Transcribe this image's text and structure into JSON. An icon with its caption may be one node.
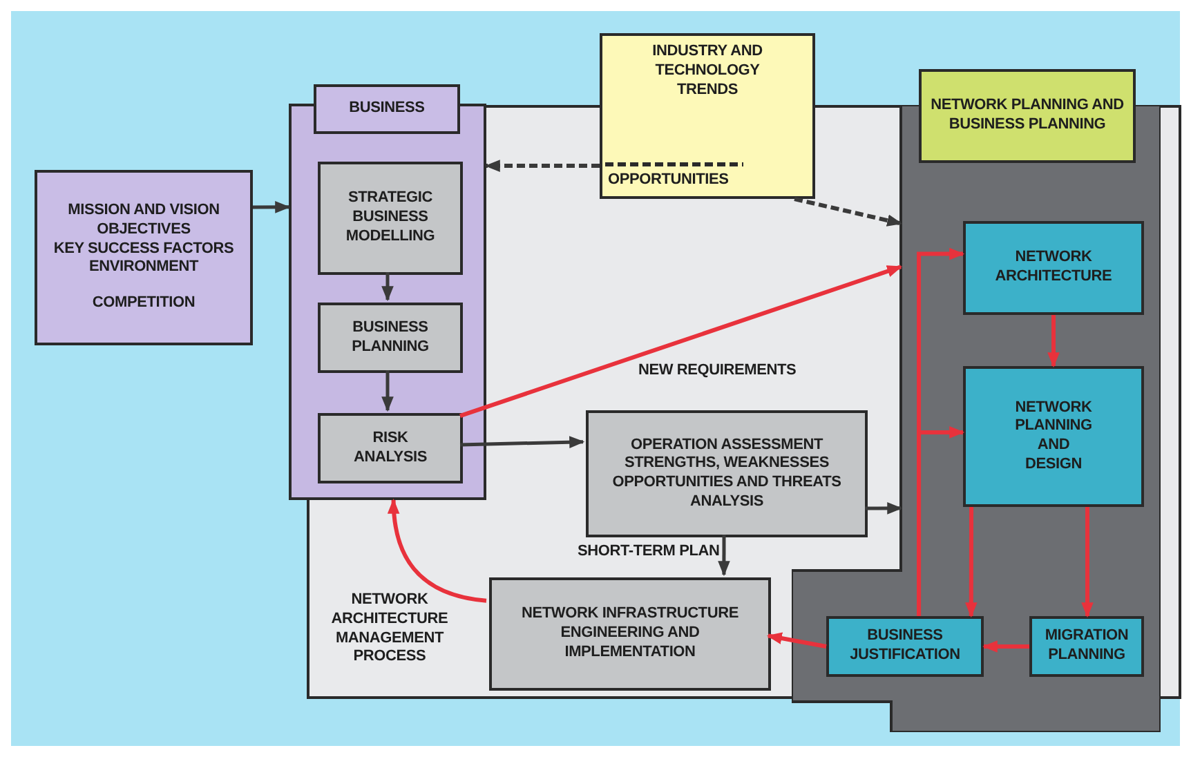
{
  "diagram": {
    "nodes": [
      {
        "text": [
          "NETWORK ARCHITECTURE MANAGEMENT PROCESS"
        ]
      },
      {
        "text": [
          "BUSINESS"
        ]
      },
      {
        "text": [],
        "shape": "box"
      },
      {
        "text": [
          "STRATEGIC BUSINESS MODELLING"
        ],
        "in": 2
      },
      {
        "text": [
          "BUSINESS PLANNING"
        ],
        "in": 2
      },
      {
        "text": [
          "RISK ANALYSIS"
        ],
        "in": 2
      },
      {
        "text": [
          "MISSION AND VISION",
          "OBJECTIVES",
          "KEY SUCCESS FACTORS",
          "ENVIRONMENT",
          "COMPETITION"
        ]
      },
      {
        "text": [
          "INDUSTRY AND TECHNOLOGY TRENDS",
          "OPPORTUNITIES"
        ]
      },
      {
        "text": [],
        "shape": "box"
      },
      {
        "text": [
          "NETWORK PLANNING AND BUSINESS PLANNING"
        ]
      },
      {
        "text": [
          "NETWORK ARCHITECTURE"
        ],
        "in": 8
      },
      {
        "text": [
          "NETWORK PLANNING AND DESIGN"
        ],
        "in": 8
      },
      {
        "text": [
          "OPERATION ASSESSMENT",
          "STRENGTHS, WEAKNESSES OPPORTUNITIES AND THREATS ANALYSIS"
        ],
        "in": 0
      },
      {
        "text": [
          "NETWORK INFRASTRUCTURE ENGINEERING AND IMPLEMENTATION"
        ],
        "in": 0
      },
      {
        "text": [
          "BUSINESS JUSTIFICATION"
        ],
        "in": 8
      },
      {
        "text": [
          "MIGRATION PLANNING"
        ],
        "in": 8
      }
    ],
    "edges": [
      {
        "from": 6,
        "to": 2,
        "arrow": "to",
        "color": "#3a3a3a"
      },
      {
        "from": 7,
        "to": 2,
        "arrow": "to",
        "style": "dashed",
        "color": "#3a3a3a"
      },
      {
        "from": 7,
        "to": 8,
        "arrow": "to",
        "style": "dashed",
        "color": "#3a3a3a"
      },
      {
        "from": 3,
        "to": 4,
        "arrow": "to",
        "color": "#3a3a3a"
      },
      {
        "from": 4,
        "to": 5,
        "arrow": "to",
        "color": "#3a3a3a"
      },
      {
        "from": 5,
        "to": 12,
        "arrow": "to",
        "color": "#3a3a3a"
      },
      {
        "from": 5,
        "to": 8,
        "arrow": "to"
      },
      {
        "from": 12,
        "to": 8,
        "arrow": "to",
        "color": "#3a3a3a"
      },
      {
        "from": 12,
        "to": 13,
        "arrow": "to",
        "color": "#3a3a3a"
      },
      {
        "from": 10,
        "to": 11,
        "arrow": "to"
      },
      {
        "from": 11,
        "to": 14,
        "arrow": "to"
      },
      {
        "from": 11,
        "to": 15,
        "arrow": "to"
      },
      {
        "from": 15,
        "to": 14,
        "arrow": "to"
      },
      {
        "from": 14,
        "to": 13,
        "arrow": "to"
      },
      {
        "from": 14,
        "to": 10,
        "arrow": "to"
      },
      {
        "from": 14,
        "to": 11,
        "arrow": "to"
      },
      {
        "from": 13,
        "to": 2,
        "arrow": "to"
      }
    ],
    "labels": [
      "NEW REQUIREMENTS",
      "SHORT-TERM PLAN"
    ]
  }
}
